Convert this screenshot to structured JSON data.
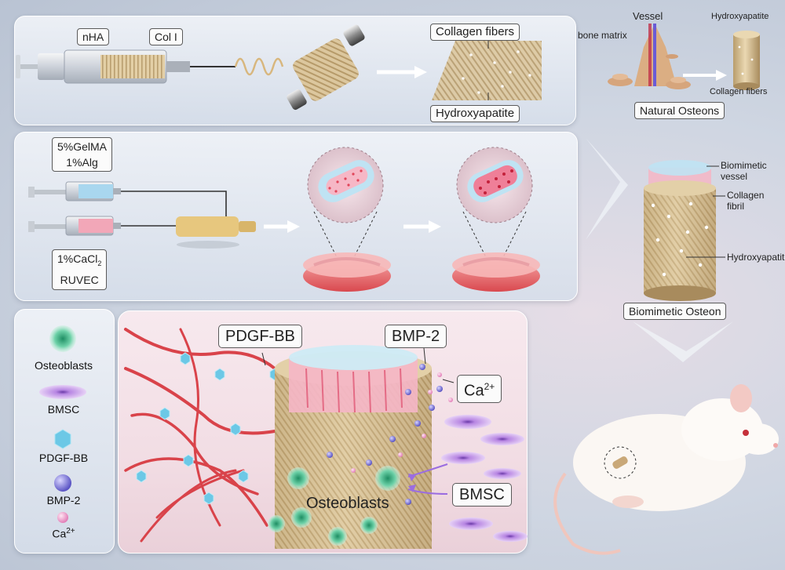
{
  "labels": {
    "nha": "nHA",
    "col1": "Col I",
    "collagen_fibers": "Collagen fibers",
    "hydroxyapatite": "Hydroxyapatite",
    "vessel": "Vessel",
    "bone_matrix": "bone matrix",
    "osteon_hydroxyapatite": "Hydroxyapatite",
    "osteon_collagen_fibers": "Collagen fibers",
    "natural_osteons": "Natural Osteons",
    "gelma_line1": "5%GelMA",
    "gelma_line2": "1%Alg",
    "cacl2_prefix": "1%CaCl",
    "cacl2_sub": "2",
    "ruvec": "RUVEC",
    "biomimetic_vessel_1": "Biomimetic",
    "biomimetic_vessel_2": "vessel",
    "collagen_fibril_1": "Collagen",
    "collagen_fibril_2": "fibril",
    "hydroxyapatite_right": "Hydroxyapatite",
    "biomimetic_osteon": "Biomimetic Osteon",
    "pdgf_bb": "PDGF-BB",
    "bmp2": "BMP-2",
    "ca_prefix": "Ca",
    "ca_sup": "2+",
    "osteoblasts_main": "Osteoblasts",
    "bmsc_main": "BMSC"
  },
  "legend": {
    "items": [
      {
        "label": "Osteoblasts"
      },
      {
        "label": "BMSC"
      },
      {
        "label": "PDGF-BB"
      },
      {
        "label": "BMP-2"
      },
      {
        "label_prefix": "Ca",
        "label_sup": "2+"
      }
    ]
  },
  "colors": {
    "collagen": "#d8c297",
    "collagen_dark": "#b89d6c",
    "vessel_red": "#d9434a",
    "gel_blue": "#9fd0e8",
    "gel_pink": "#f2a7b8",
    "osteoblast": "#3fb889",
    "bmsc": "#c9a0e8",
    "pdgf": "#6cc8e6",
    "bmp2": "#7f7ad8",
    "ca": "#f0a6cf"
  }
}
